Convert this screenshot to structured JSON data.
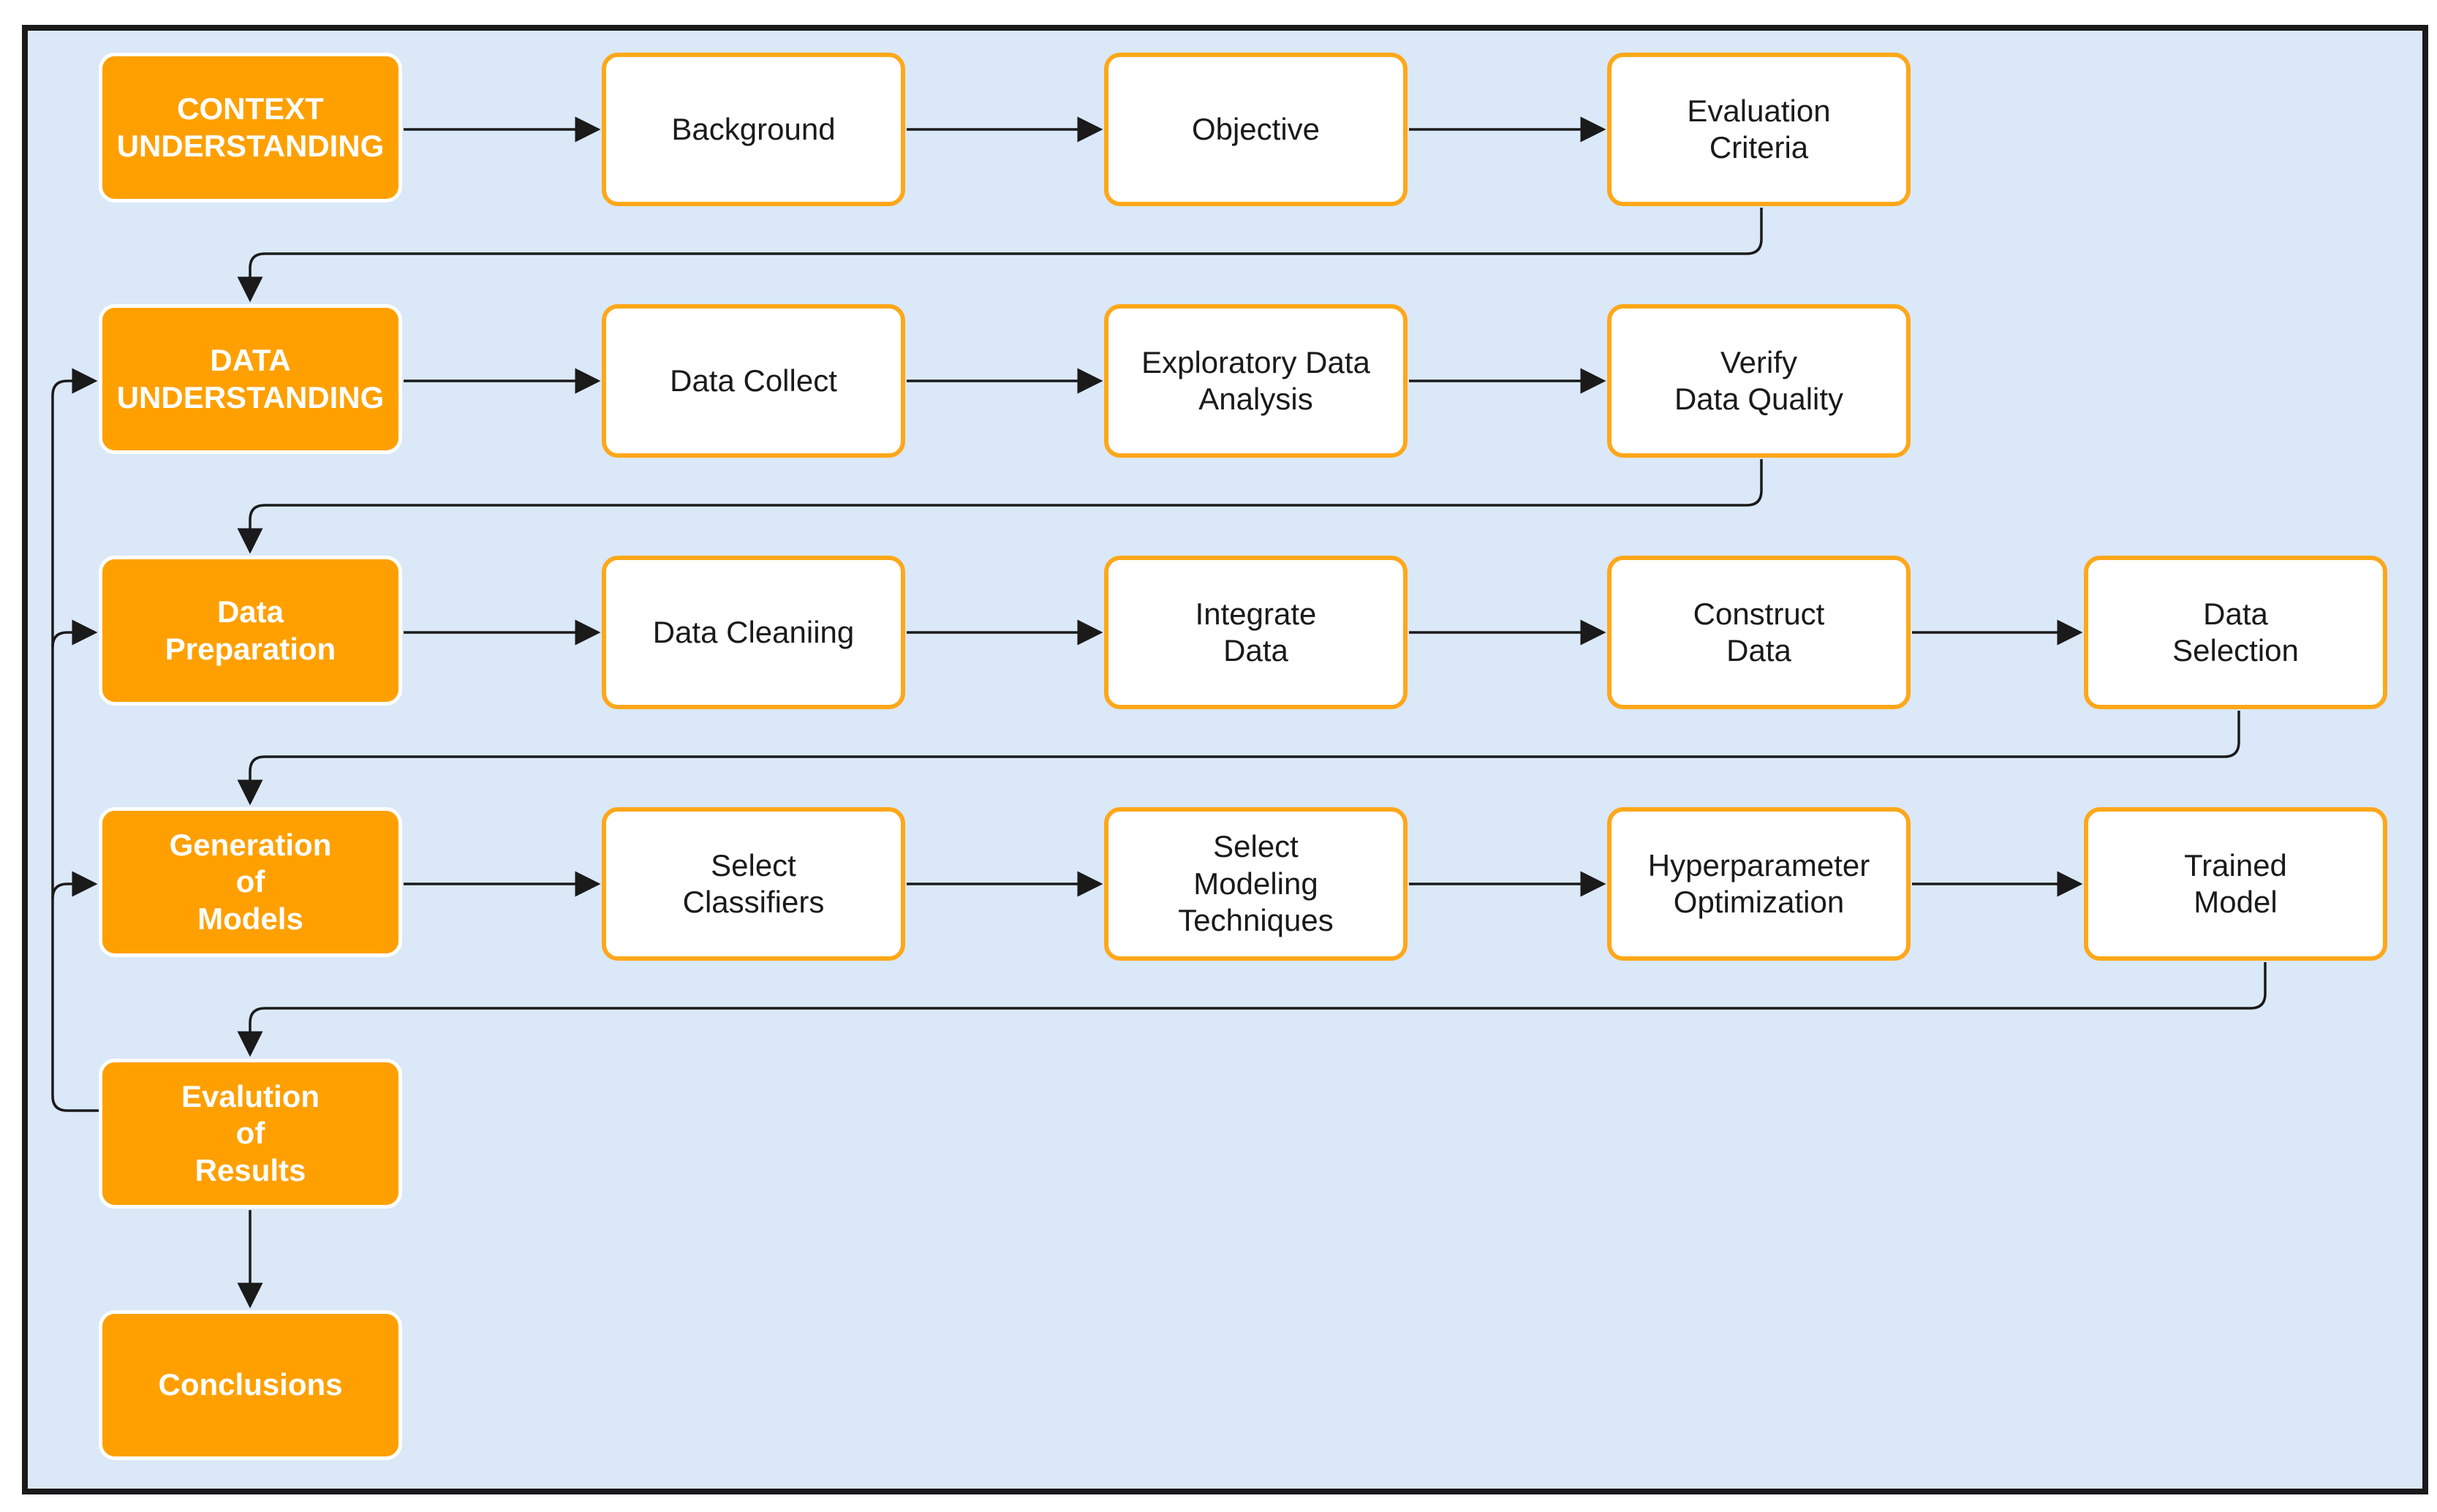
{
  "rows": [
    {
      "phase": "CONTEXT\nUNDERSTANDING",
      "tasks": [
        "Background",
        "Objective",
        "Evaluation\nCriteria"
      ]
    },
    {
      "phase": "DATA\nUNDERSTANDING",
      "tasks": [
        "Data Collect",
        "Exploratory Data\nAnalysis",
        "Verify\nData Quality"
      ]
    },
    {
      "phase": "Data\nPreparation",
      "tasks": [
        "Data Cleaniing",
        "Integrate\nData",
        "Construct\nData",
        "Data\nSelection"
      ]
    },
    {
      "phase": "Generation\nof\nModels",
      "tasks": [
        "Select\nClassifiers",
        "Select\nModeling\nTechniques",
        "Hyperparameter\nOptimization",
        "Trained\nModel"
      ]
    },
    {
      "phase": "Evalution\nof\nResults",
      "tasks": []
    },
    {
      "phase": "Conclusions",
      "tasks": []
    }
  ],
  "colors": {
    "background": "#dae8f8",
    "frame": "#1a1a1a",
    "phase_fill": "#ffa000",
    "task_border": "#ffa719",
    "arrow": "#1a1a1a"
  }
}
